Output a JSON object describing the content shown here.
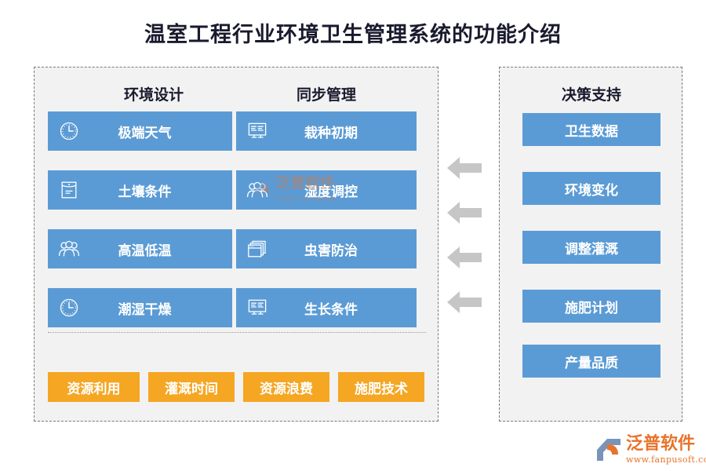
{
  "page": {
    "title": "温室工程行业环境卫生管理系统的功能介绍",
    "background": "#ffffff"
  },
  "colors": {
    "card_blue": "#5b9bd5",
    "tag_orange": "#f5a623",
    "panel_bg": "#f2f2f2",
    "panel_border": "#7a7a7a",
    "arrow_gray": "#c6c6c6",
    "title_color": "#1a1a2e",
    "brand_orange": "#e8732a"
  },
  "left_panel": {
    "columns": [
      {
        "header": "环境设计"
      },
      {
        "header": "同步管理"
      }
    ],
    "design_column": [
      {
        "label": "极端天气",
        "icon": "clock-icon"
      },
      {
        "label": "土壤条件",
        "icon": "envelope-folder-icon"
      },
      {
        "label": "高温低温",
        "icon": "users-group-icon"
      },
      {
        "label": "潮湿干燥",
        "icon": "clock-icon"
      }
    ],
    "sync_column": [
      {
        "label": "栽种初期",
        "icon": "presentation-board-icon"
      },
      {
        "label": "湿度调控",
        "icon": "users-group-icon"
      },
      {
        "label": "虫害防治",
        "icon": "stacked-windows-icon"
      },
      {
        "label": "生长条件",
        "icon": "presentation-board-icon"
      }
    ],
    "tags": [
      "资源利用",
      "灌溉时间",
      "资源浪费",
      "施肥技术"
    ]
  },
  "right_panel": {
    "header": "决策支持",
    "items": [
      "卫生数据",
      "环境变化",
      "调整灌溉",
      "施肥计划",
      "产量品质"
    ]
  },
  "arrows": {
    "count": 4,
    "direction": "left",
    "icon": "arrow-left-icon"
  },
  "watermark": {
    "cn": "泛普软件",
    "en": "FANPU SOFTWARE"
  },
  "footer_logo": {
    "cn": "泛普软件",
    "url": "www.fanpusoft.com"
  }
}
